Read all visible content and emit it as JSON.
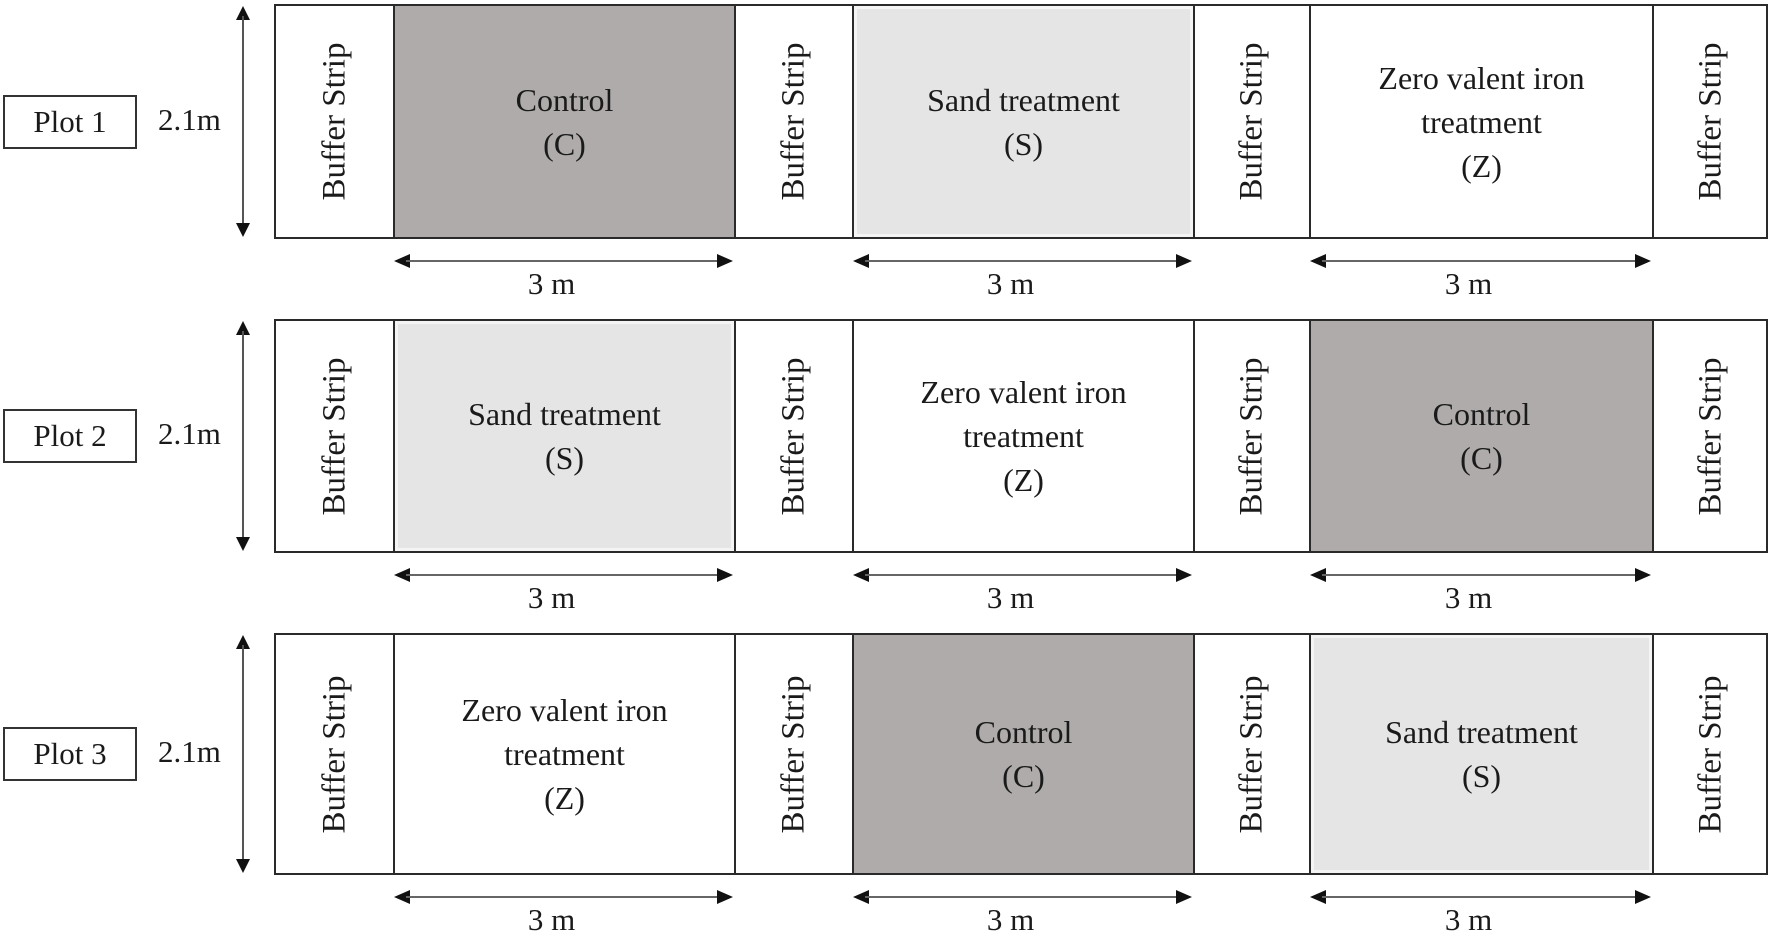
{
  "diagram": {
    "type": "field plot layout",
    "buffer_label": "Buffer Strip",
    "height_label": "2.1m",
    "width_label": "3 m",
    "colors": {
      "control": "#aeabaa",
      "sand": "#e5e5e5",
      "zero_valent_iron": "#ffffff",
      "buffer": "#ffffff",
      "border": "#2a2a2a"
    },
    "plots": [
      {
        "label": "Plot 1",
        "treatments": [
          {
            "type": "control",
            "name": "Control",
            "code": "(C)"
          },
          {
            "type": "sand",
            "name": "Sand treatment",
            "code": "(S)"
          },
          {
            "type": "zvi",
            "name": "Zero valent iron",
            "name2": "treatment",
            "code": "(Z)"
          }
        ]
      },
      {
        "label": "Plot 2",
        "treatments": [
          {
            "type": "sand",
            "name": "Sand treatment",
            "code": "(S)"
          },
          {
            "type": "zvi",
            "name": "Zero valent iron",
            "name2": "treatment",
            "code": "(Z)"
          },
          {
            "type": "control",
            "name": "Control",
            "code": "(C)"
          }
        ]
      },
      {
        "label": "Plot 3",
        "treatments": [
          {
            "type": "zvi",
            "name": "Zero valent iron",
            "name2": "treatment",
            "code": "(Z)"
          },
          {
            "type": "control",
            "name": "Control",
            "code": "(C)"
          },
          {
            "type": "sand",
            "name": "Sand treatment",
            "code": "(S)"
          }
        ]
      }
    ]
  }
}
